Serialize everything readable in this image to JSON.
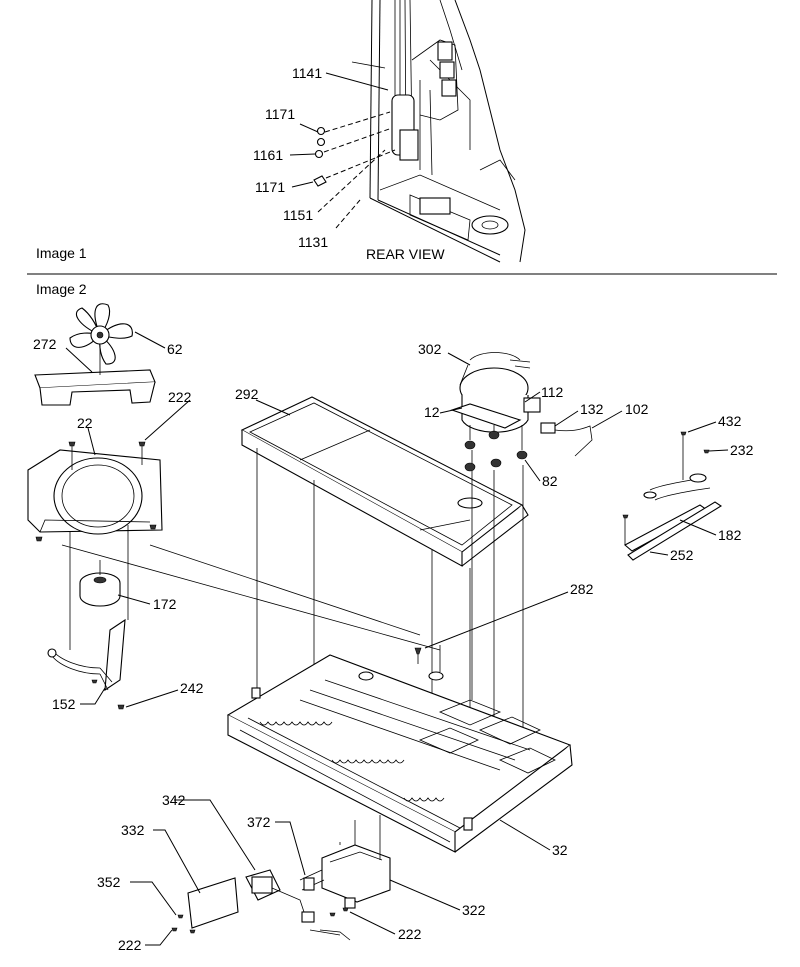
{
  "sections": {
    "image1_title": "Image 1",
    "image2_title": "Image 2",
    "rear_view": "REAR VIEW"
  },
  "callouts": {
    "c1141": "1141",
    "c1171a": "1171",
    "c1161": "1161",
    "c1171b": "1171",
    "c1151": "1151",
    "c1131": "1131",
    "c272": "272",
    "c62": "62",
    "c222a": "222",
    "c22": "22",
    "c172": "172",
    "c152": "152",
    "c242": "242",
    "c292": "292",
    "c302": "302",
    "c12": "12",
    "c112": "112",
    "c132": "132",
    "c102": "102",
    "c82": "82",
    "c432": "432",
    "c232": "232",
    "c182": "182",
    "c252": "252",
    "c282": "282",
    "c32": "32",
    "c342": "342",
    "c372": "372",
    "c332": "332",
    "c352": "352",
    "c322": "322",
    "c222b": "222",
    "c222c": "222"
  }
}
